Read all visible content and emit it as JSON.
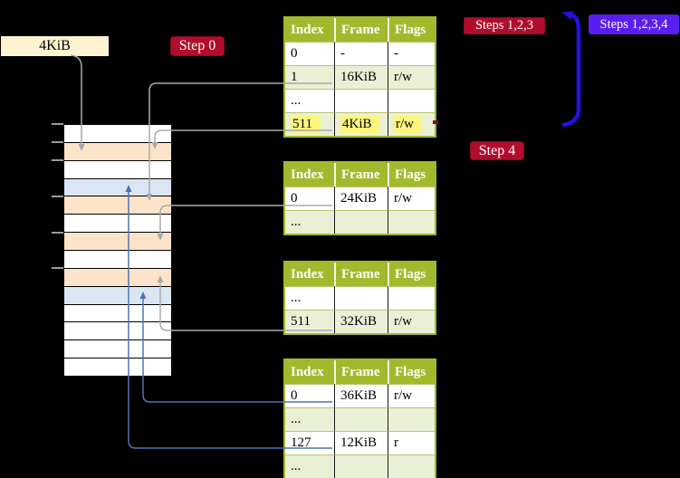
{
  "labels": {
    "page_size": "4KiB",
    "step0": "Step 0",
    "steps123": "Steps 1,2,3",
    "steps1234": "Steps 1,2,3,4",
    "step4": "Step 4"
  },
  "colors": {
    "background": "#000000",
    "table_header_green": "#a3b92d",
    "table_row_green": "#eaf0d6",
    "strip_peach": "#fce4ca",
    "strip_blue": "#dae6f3",
    "page_size_cream": "#fdf3d3",
    "badge_red": "#b00d2c",
    "badge_violet": "#5a1ef0",
    "highlight_yellow": "#fbf57e",
    "connector_gray": "#a9a9a9",
    "connector_blue": "#4f74b5",
    "thick_arrow_blue": "#2410e0"
  },
  "memory_strip": {
    "rows": [
      "white",
      "peach",
      "white",
      "blue",
      "peach",
      "white",
      "peach",
      "white",
      "peach",
      "blue",
      "white",
      "white",
      "white",
      "white"
    ]
  },
  "tables": [
    {
      "name": "page-table-1",
      "headers": [
        "Index",
        "Frame",
        "Flags"
      ],
      "rows": [
        {
          "cells": [
            "0",
            "-",
            "-"
          ],
          "shaded": false,
          "highlight": false
        },
        {
          "cells": [
            "1",
            "16KiB",
            "r/w"
          ],
          "shaded": true,
          "highlight": false
        },
        {
          "cells": [
            "...",
            "",
            ""
          ],
          "shaded": false,
          "highlight": false
        },
        {
          "cells": [
            "511",
            "4KiB",
            "r/w"
          ],
          "shaded": true,
          "highlight": true
        }
      ]
    },
    {
      "name": "page-table-2",
      "headers": [
        "Index",
        "Frame",
        "Flags"
      ],
      "rows": [
        {
          "cells": [
            "0",
            "24KiB",
            "r/w"
          ],
          "shaded": false,
          "highlight": false
        },
        {
          "cells": [
            "...",
            "",
            ""
          ],
          "shaded": true,
          "highlight": false
        }
      ]
    },
    {
      "name": "page-table-3",
      "headers": [
        "Index",
        "Frame",
        "Flags"
      ],
      "rows": [
        {
          "cells": [
            "...",
            "",
            ""
          ],
          "shaded": false,
          "highlight": false
        },
        {
          "cells": [
            "511",
            "32KiB",
            "r/w"
          ],
          "shaded": true,
          "highlight": false
        }
      ]
    },
    {
      "name": "page-table-4",
      "headers": [
        "Index",
        "Frame",
        "Flags"
      ],
      "rows": [
        {
          "cells": [
            "0",
            "36KiB",
            "r/w"
          ],
          "shaded": false,
          "highlight": false
        },
        {
          "cells": [
            "...",
            "",
            ""
          ],
          "shaded": true,
          "highlight": false
        },
        {
          "cells": [
            "127",
            "12KiB",
            "r"
          ],
          "shaded": false,
          "highlight": false
        },
        {
          "cells": [
            "...",
            "",
            ""
          ],
          "shaded": true,
          "highlight": false
        }
      ]
    }
  ]
}
